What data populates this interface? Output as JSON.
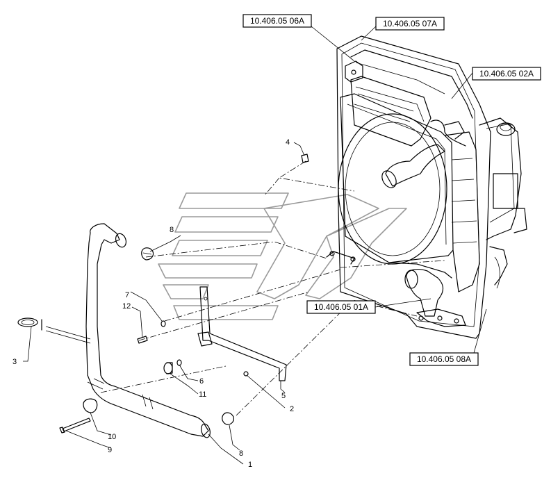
{
  "references": {
    "ref_06a": "10.406.05 06A",
    "ref_07a": "10.406.05 07A",
    "ref_02a": "10.406.05 02A",
    "ref_01a": "10.406.05 01A",
    "ref_08a": "10.406.05 08A"
  },
  "callouts": {
    "c1": "1",
    "c2": "2",
    "c3": "3",
    "c4": "4",
    "c5": "5",
    "c6": "6",
    "c7": "7",
    "c8a": "8",
    "c8b": "8",
    "c9": "9",
    "c10": "10",
    "c11": "11",
    "c12": "12"
  }
}
